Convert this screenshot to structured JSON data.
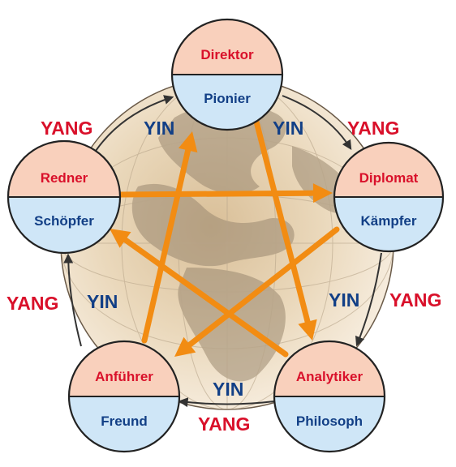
{
  "colors": {
    "top_half": "#f9d0bc",
    "bottom_half": "#cfe6f7",
    "red_text": "#d9102a",
    "blue_text": "#123f86",
    "arrow_orange": "#f28c13",
    "cycle_arrow": "#333333"
  },
  "nodes": [
    {
      "id": "top",
      "top_label": "Direktor",
      "bottom_label": "Pionier"
    },
    {
      "id": "right",
      "top_label": "Diplomat",
      "bottom_label": "Kämpfer"
    },
    {
      "id": "bottom-right",
      "top_label": "Analytiker",
      "bottom_label": "Philosoph"
    },
    {
      "id": "bottom-left",
      "top_label": "Anführer",
      "bottom_label": "Freund"
    },
    {
      "id": "left",
      "top_label": "Redner",
      "bottom_label": "Schöpfer"
    }
  ],
  "labels": {
    "yin": "YIN",
    "yang": "YANG"
  }
}
